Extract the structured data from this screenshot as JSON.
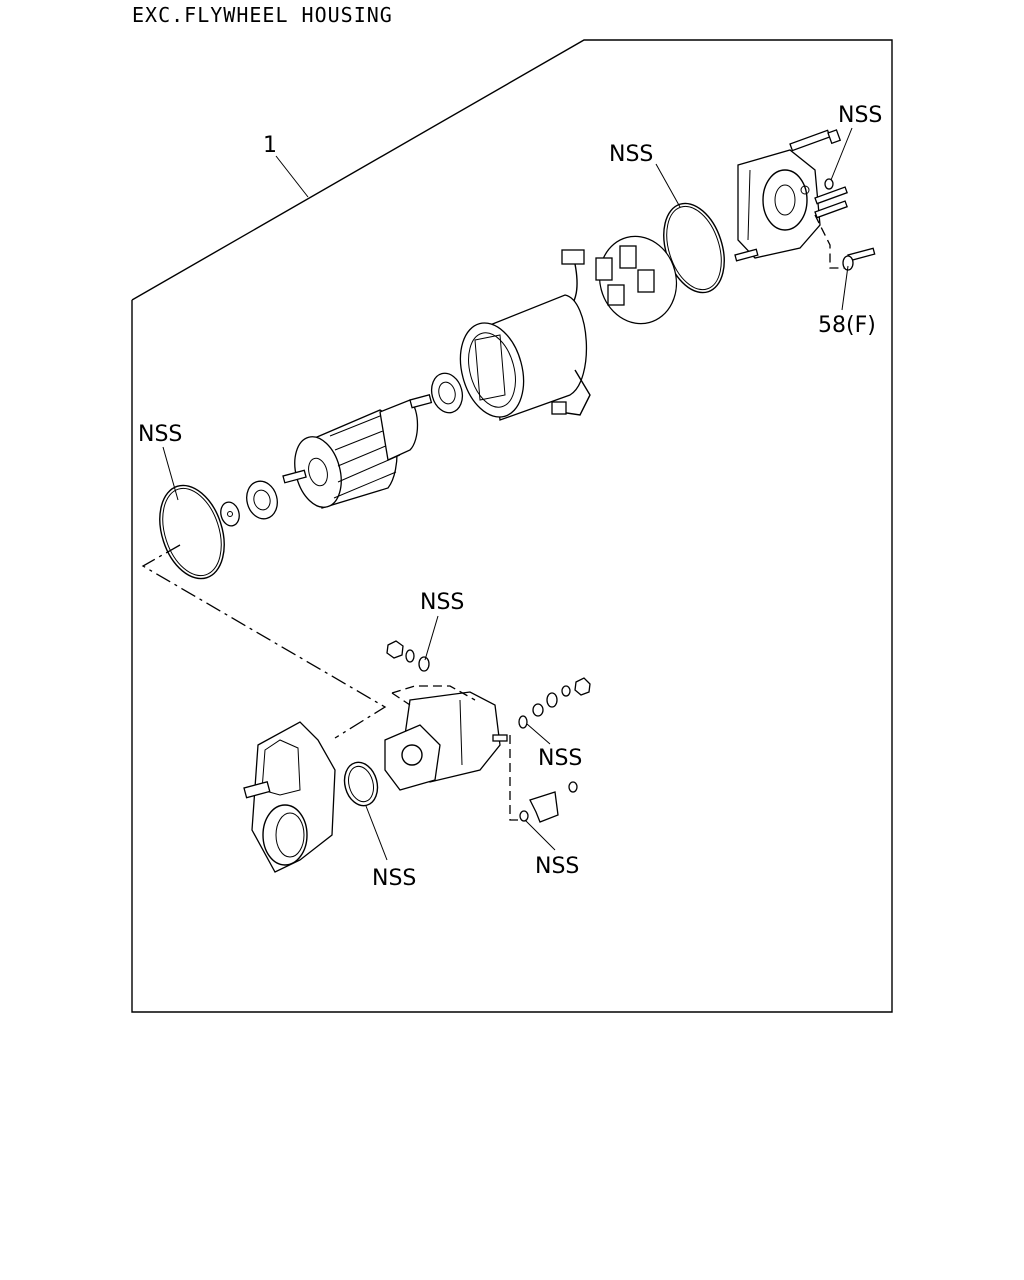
{
  "heading": "EXC.FLYWHEEL HOUSING",
  "callouts": {
    "assembly": "1",
    "bolt": "58(F)",
    "nss_rear_nut": "NSS",
    "nss_rear_oring": "NSS",
    "nss_front_oring": "NSS",
    "nss_solenoid_washer": "NSS",
    "nss_terminal_washer": "NSS",
    "nss_housing_seal": "NSS",
    "nss_bracket_washer": "NSS"
  }
}
